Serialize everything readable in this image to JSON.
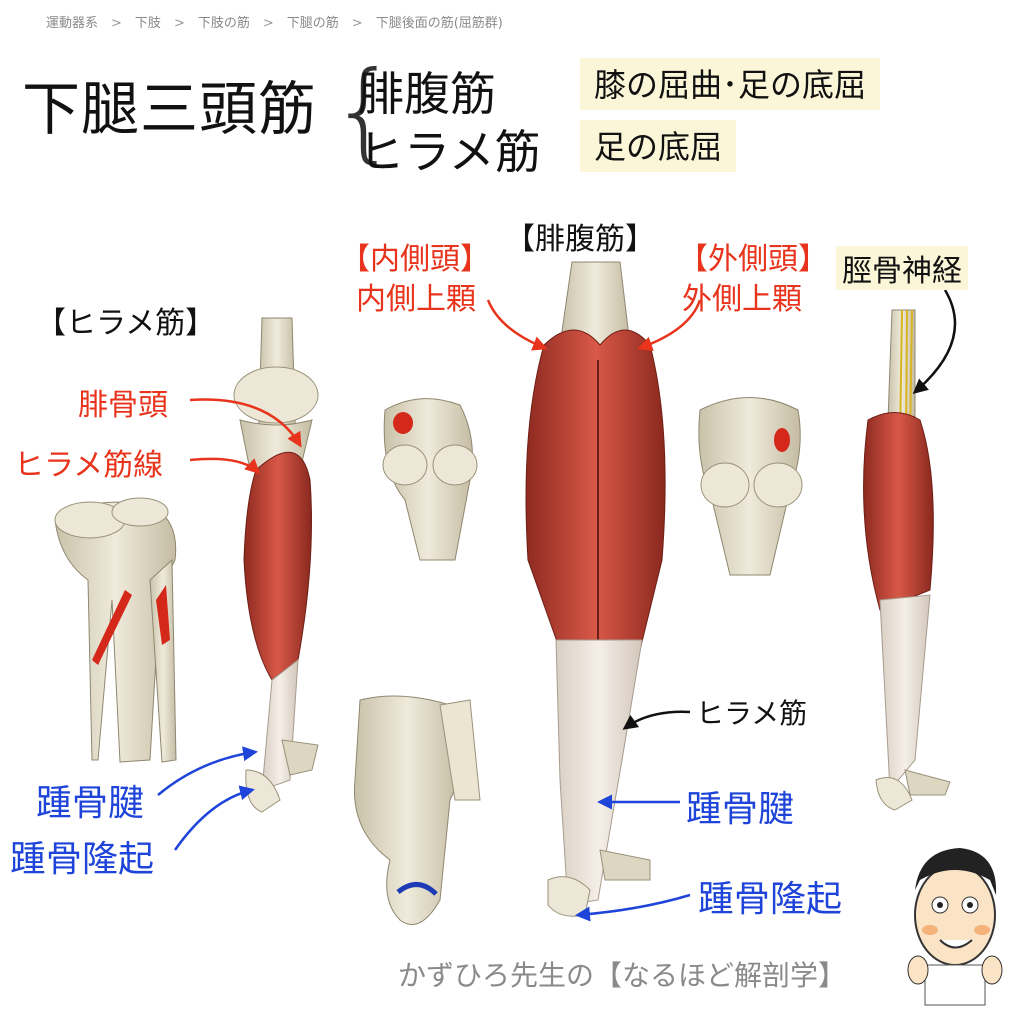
{
  "breadcrumb": [
    "運動器系",
    "下肢",
    "下肢の筋",
    "下腿の筋",
    "下腿後面の筋(屈筋群)"
  ],
  "breadcrumb_sep": ">",
  "title": "下腿三頭筋",
  "muscles": [
    {
      "name": "腓腹筋",
      "function": "膝の屈曲･足の底屈"
    },
    {
      "name": "ヒラメ筋",
      "function": "足の底屈"
    }
  ],
  "labels": {
    "gastrocnemius_header": "【腓腹筋】",
    "soleus_header": "【ヒラメ筋】",
    "medial_head": "【内側頭】",
    "medial_epicondyle": "内側上顆",
    "lateral_head": "【外側頭】",
    "lateral_epicondyle": "外側上顆",
    "tibial_nerve": "脛骨神経",
    "fibular_head": "腓骨頭",
    "soleal_line": "ヒラメ筋線",
    "soleus_pointer": "ヒラメ筋",
    "achilles_left": "踵骨腱",
    "calcaneal_tuberosity_left": "踵骨隆起",
    "achilles_center": "踵骨腱",
    "calcaneal_tuberosity_center": "踵骨隆起"
  },
  "footer": "かずひろ先生の【なるほど解剖学】",
  "colors": {
    "label_red": "#e8341c",
    "label_blue": "#1e44d9",
    "highlight": "#fbf6d7",
    "muscle": "#c9483a",
    "bone": "#e8e2cf"
  }
}
